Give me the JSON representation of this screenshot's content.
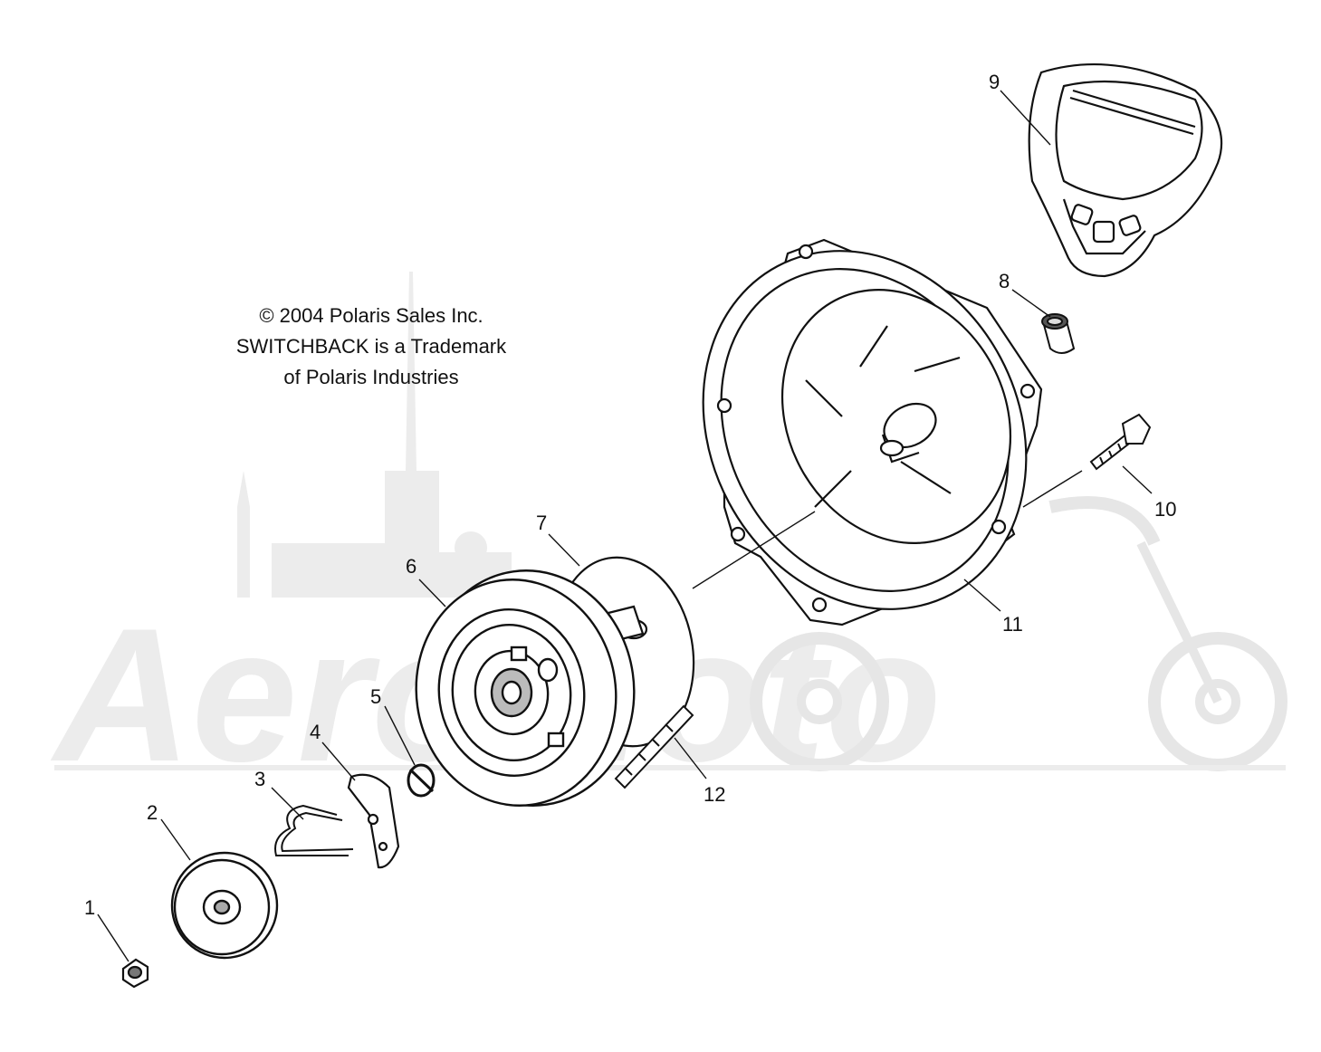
{
  "notice": {
    "line1": "© 2004 Polaris Sales Inc.",
    "line2": "SWITCHBACK is a Trademark",
    "line3": "of Polaris Industries"
  },
  "watermark": {
    "text": "AeroMoto",
    "color": "#ececec"
  },
  "callouts": [
    {
      "id": "1",
      "label": "1"
    },
    {
      "id": "2",
      "label": "2"
    },
    {
      "id": "3",
      "label": "3"
    },
    {
      "id": "4",
      "label": "4"
    },
    {
      "id": "5",
      "label": "5"
    },
    {
      "id": "6",
      "label": "6"
    },
    {
      "id": "7",
      "label": "7"
    },
    {
      "id": "8",
      "label": "8"
    },
    {
      "id": "9",
      "label": "9"
    },
    {
      "id": "10",
      "label": "10"
    },
    {
      "id": "11",
      "label": "11"
    },
    {
      "id": "12",
      "label": "12"
    }
  ],
  "colors": {
    "line": "#111111",
    "watermark": "#ececec",
    "background": "#ffffff"
  }
}
